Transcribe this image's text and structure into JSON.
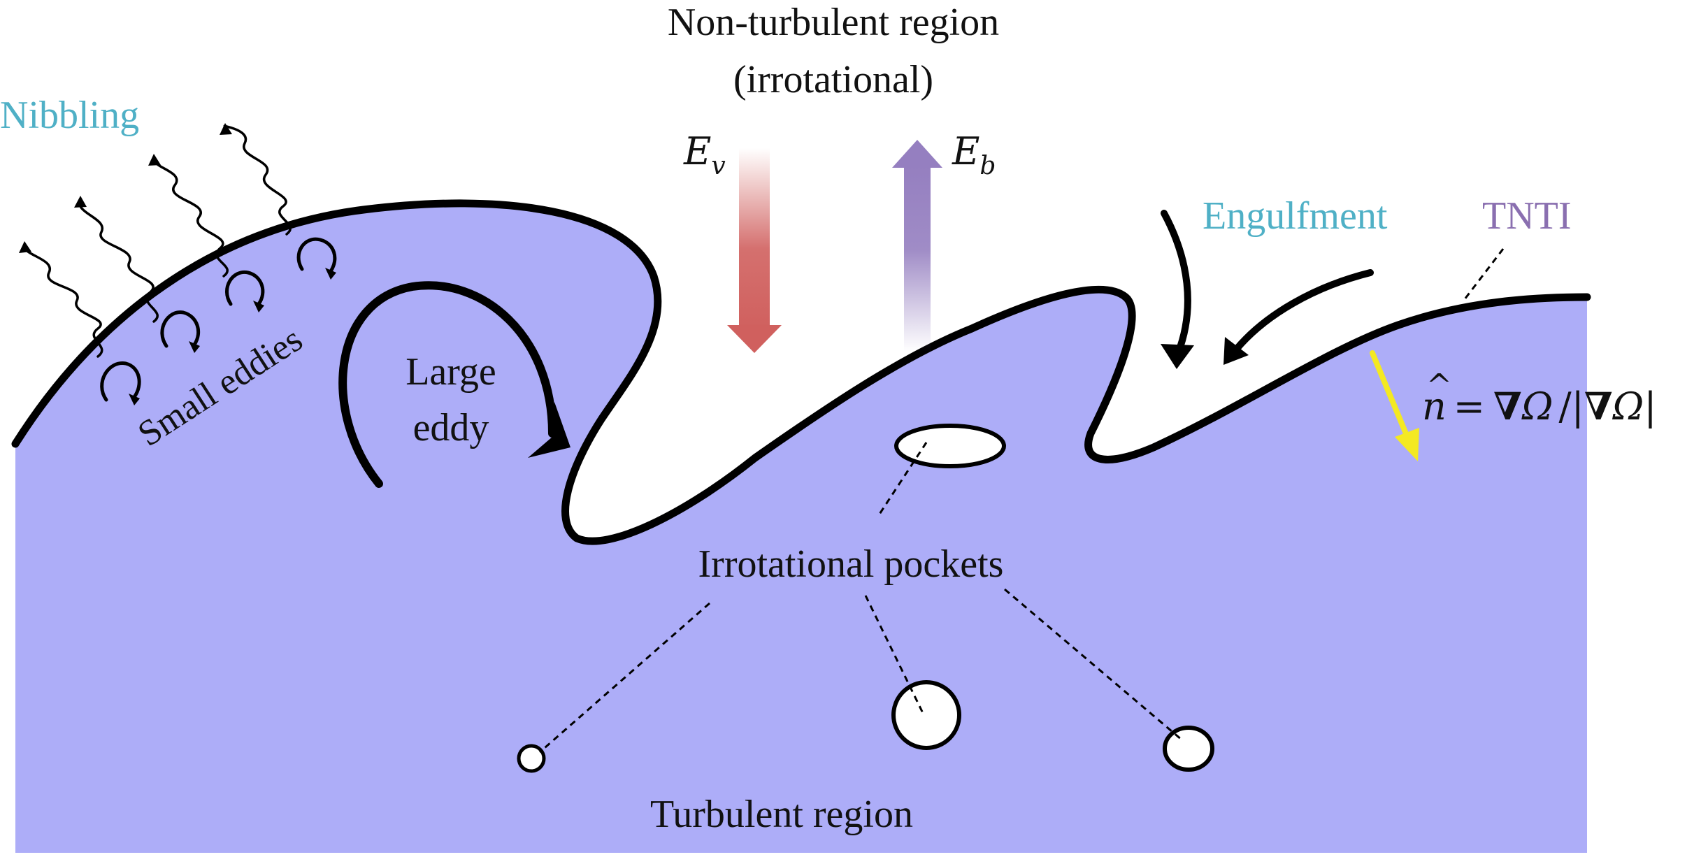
{
  "labels": {
    "non_turbulent_line1": "Non-turbulent region",
    "non_turbulent_line2": "(irrotational)",
    "nibbling": "Nibbling",
    "small_eddies": "Small eddies",
    "large_eddy_line1": "Large",
    "large_eddy_line2": "eddy",
    "engulfment": "Engulfment",
    "tnti": "TNTI",
    "irrotational_pockets": "Irrotational pockets",
    "turbulent_region": "Turbulent region",
    "e_v_main": "E",
    "e_v_sub": "v",
    "e_b_main": "E",
    "e_b_sub": "b",
    "normal_lhs": "n",
    "normal_hat": "^",
    "normal_eq": "=",
    "normal_nabla1": "∇",
    "normal_omega1": "Ω",
    "normal_slash": "/|",
    "normal_nabla2": "∇",
    "normal_omega2": "Ω",
    "normal_bar": "|"
  },
  "colors": {
    "turbulent_fill": "#adadf8",
    "interface_stroke": "#000000",
    "e_v_arrow": "#d0605e",
    "e_b_arrow": "#957fc0",
    "normal_arrow": "#f4e922",
    "nibbling_text": "#4fb0c6",
    "engulfment_text": "#4fb0c6",
    "tnti_text": "#8a6fb0"
  }
}
